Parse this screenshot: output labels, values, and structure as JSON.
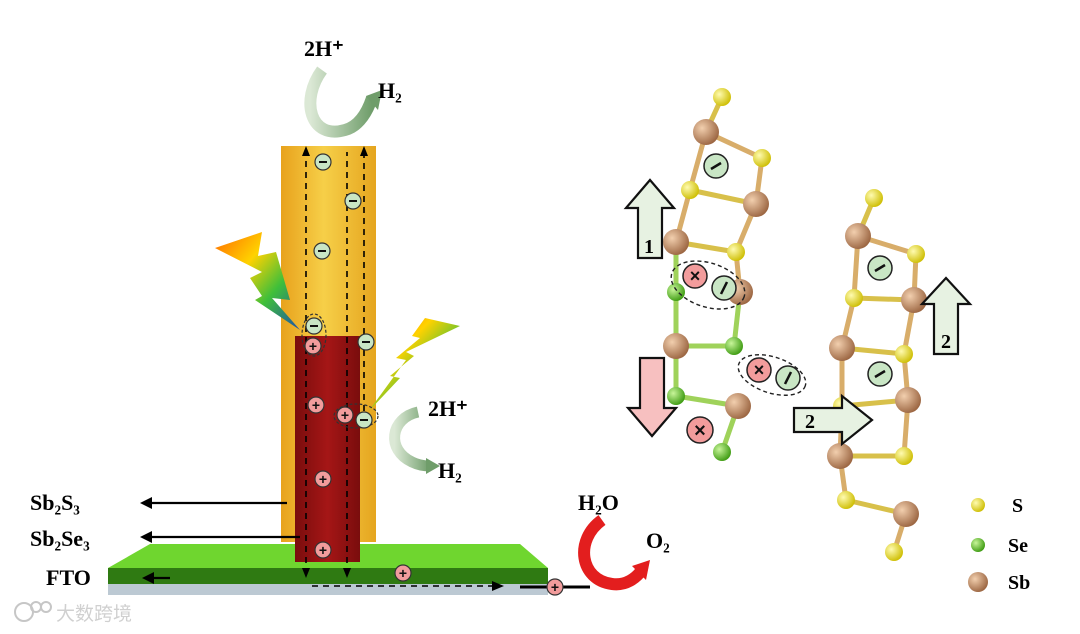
{
  "labels": {
    "sb2s3": "Sb₂S₃",
    "sb2se3": "Sb₂Se₃",
    "fto": "FTO",
    "h2o": "H₂O",
    "o2": "O₂",
    "proton_top": "2H⁺",
    "h2_top": "H₂",
    "proton_mid": "2H⁺",
    "h2_mid": "H₂"
  },
  "legend": [
    {
      "symbol": "S",
      "color": "#f0e21c"
    },
    {
      "symbol": "Se",
      "color": "#6cc622"
    },
    {
      "symbol": "Sb",
      "color": "#c8926a"
    }
  ],
  "charges": {
    "negative": "−",
    "positive": "+"
  },
  "arrows": {
    "up_label": "1",
    "down_label": "",
    "right_label": "2",
    "up2_label": "2"
  },
  "watermark": "大数跨境",
  "colors": {
    "sb2s3": "#f3c232",
    "sb2se3": "#9a1414",
    "fto": "#4ec421",
    "electron": "#c9e6c5",
    "hole": "#f29c9c"
  }
}
